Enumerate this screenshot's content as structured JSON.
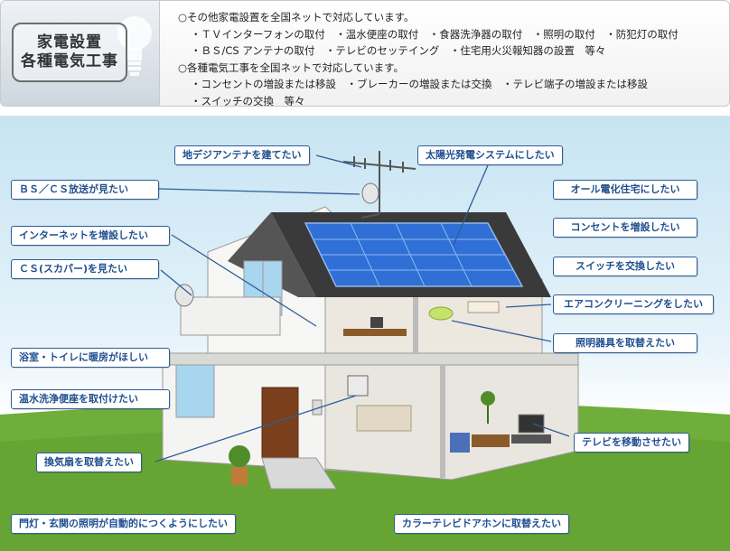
{
  "badge": {
    "line1": "家電設置",
    "line2": "各種電気工事"
  },
  "header": {
    "lines": [
      "○その他家電設置を全国ネットで対応しています。",
      "・ＴＶインターフォンの取付　・温水便座の取付　・食器洗浄器の取付　・照明の取付　・防犯灯の取付",
      "・ＢＳ/CS アンテナの取付　・テレビのセッテイング　・住宅用火災報知器の設置　等々",
      "○各種電気工事を全国ネットで対応しています。",
      "・コンセントの増設または移設　・ブレーカーの増設または交換　・テレビ端子の増設または移設",
      "・スイッチの交換　等々"
    ]
  },
  "labels": {
    "digital_antenna": "地デジアンテナを建てたい",
    "solar": "太陽光発電システムにしたい",
    "bs_cs": "ＢＳ／ＣＳ放送が見たい",
    "all_electric": "オール電化住宅にしたい",
    "internet": "インターネットを増設したい",
    "outlet": "コンセントを増設したい",
    "cs_skyperfect": "ＣＳ(スカパー)を見たい",
    "switch": "スイッチを交換したい",
    "aircon_cleaning": "エアコンクリーニングをしたい",
    "lighting": "照明器具を取替えたい",
    "bath_heater": "浴室・トイレに暖房がほしい",
    "washlet": "温水洗浄便座を取付けたい",
    "tv_move": "テレビを移動させたい",
    "fan": "換気扇を取替えたい",
    "gate_light": "門灯・玄関の照明が自動的につくようにしたい",
    "intercom": "カラーテレビドアホンに取替えたい"
  },
  "colors": {
    "label_border": "#2e5d98",
    "label_text": "#1f4f8f",
    "roof": "#3a3a3a",
    "solar_panel": "#2f6fd6",
    "grass": "#6fae3a"
  }
}
